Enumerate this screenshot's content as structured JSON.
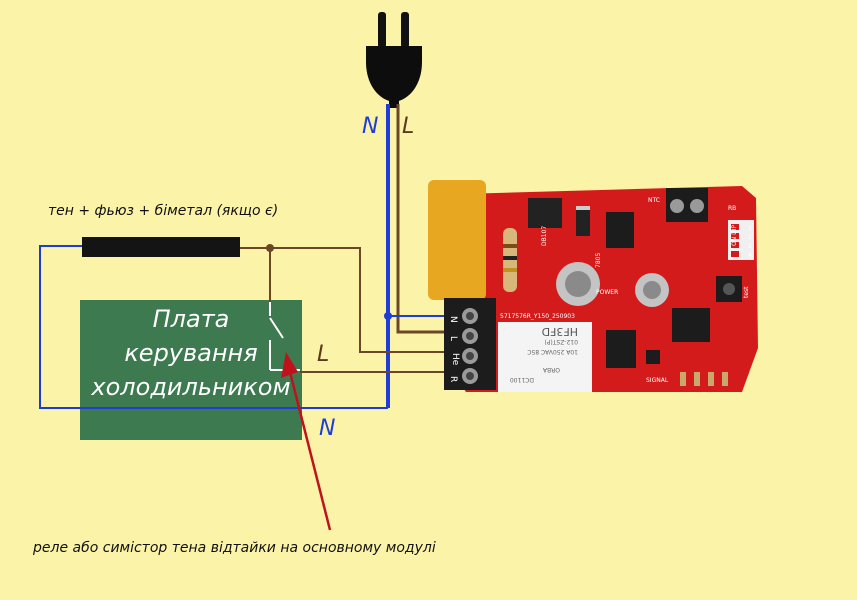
{
  "heater_label": "тен + фьюз + біметал (якщо є)",
  "board": {
    "title_lines": [
      "Плата",
      "керування",
      "холодильником"
    ]
  },
  "wire_labels": {
    "n_top": "N",
    "l_top": "L",
    "l_mid": "L",
    "n_bottom": "N"
  },
  "terminal_labels": [
    "N",
    "L",
    "He",
    "R"
  ],
  "module_text": {
    "ntc": "NTC",
    "power": "POWER",
    "signal": "SIGNAL",
    "dip": "ON DIP",
    "test": "test",
    "rb": "RB",
    "ic_7805": "7805",
    "db107": "DB107",
    "pcb_id": "5717576R_Y150_250903",
    "relay_model": "HF3FD",
    "relay_part": "012-ZST(P)",
    "relay_rating": "10A 250VAC 85C",
    "relay_brand": "ORBA",
    "relay_dc": "DC1100",
    "dip_numbers": [
      "1",
      "2",
      "3",
      "4"
    ]
  },
  "relay_note": "реле або симістор тена відтайки на основному модулі",
  "colors": {
    "background": "#fbf4a8",
    "neutral": "#1e3cd8",
    "line": "#6b4726",
    "board": "#3d7a50",
    "module": "#d31b1b",
    "arrow": "#c0121c"
  }
}
